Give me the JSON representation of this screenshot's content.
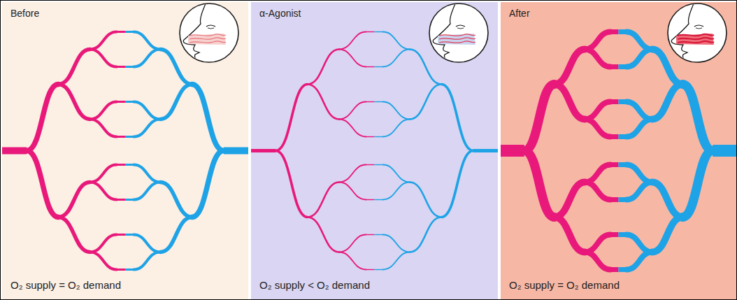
{
  "diagram": {
    "nodes": [
      {
        "text": [
          "Before",
          "O₂ supply = O₂ demand"
        ]
      },
      {
        "text": [
          "α-Agonist",
          "O₂ supply < O₂ demand"
        ]
      },
      {
        "text": [
          "After",
          "O₂ supply = O₂ demand"
        ]
      }
    ]
  }
}
